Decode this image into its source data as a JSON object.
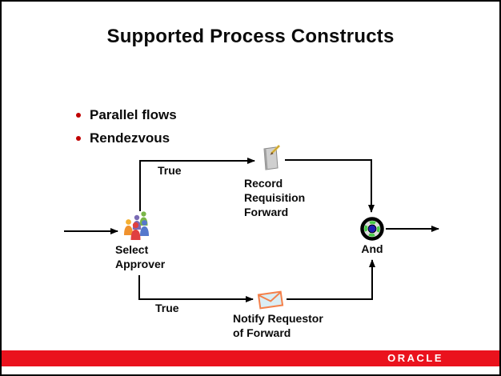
{
  "slide": {
    "title": "Supported Process Constructs",
    "bullets": [
      {
        "label": "Parallel flows"
      },
      {
        "label": "Rendezvous"
      }
    ]
  },
  "diagram": {
    "labels": {
      "true_top": "True",
      "true_bottom": "True"
    },
    "nodes": {
      "select": {
        "label": "Select\nApprover",
        "icon": "people-group-icon"
      },
      "record": {
        "label": "Record\nRequisition\nForward",
        "icon": "document-pencil-icon"
      },
      "notify": {
        "label": "Notify Requestor\nof Forward",
        "icon": "envelope-icon"
      },
      "and": {
        "label": "And",
        "icon": "and-join-icon"
      }
    }
  },
  "colors": {
    "bullet_dot": "#c00000",
    "connector_line": "#000000",
    "footer_bar": "#ea121d",
    "envelope_outline": "#f4804a",
    "envelope_fill": "#dbeef4",
    "and_center_blue": "#1c1cb4",
    "and_ring_green": "#44cc44",
    "document_gray": "#cfcfcf",
    "pencil_yellow": "#e8c04a"
  },
  "footer": {
    "brand": "ORACLE"
  }
}
